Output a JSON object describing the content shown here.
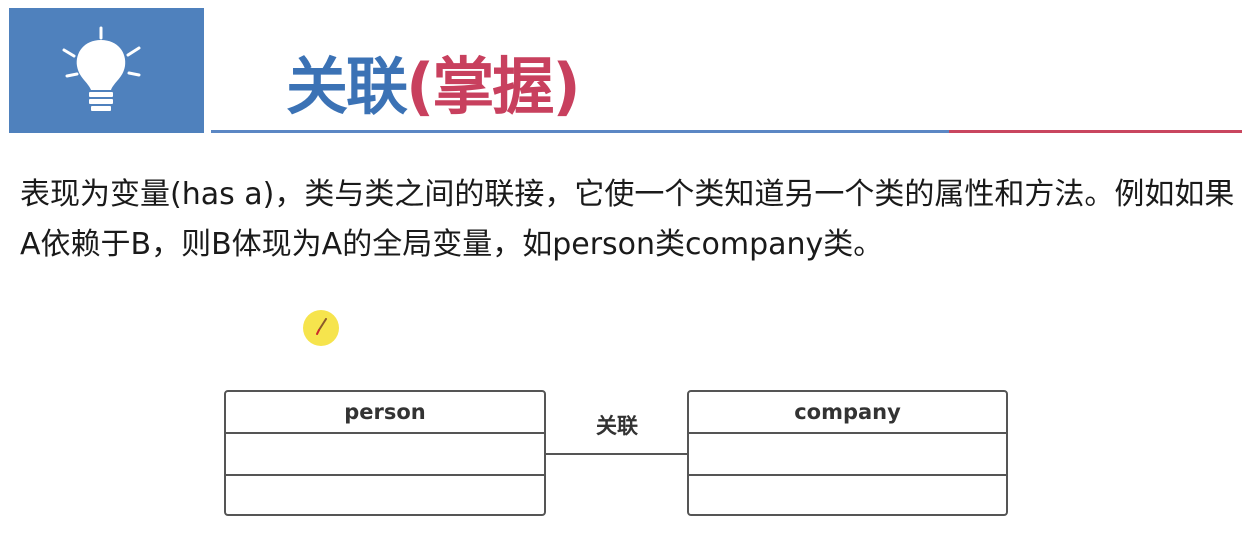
{
  "header": {
    "title_main": "关联",
    "title_accent": "(掌握)",
    "icon": "lightbulb-icon",
    "colors": {
      "icon_bg": "#4f81bd",
      "title_main": "#3b72b5",
      "title_accent": "#c8405e",
      "rule_blue": "#5b87c4",
      "rule_red": "#c9465f"
    }
  },
  "body": {
    "description": "表现为变量(has a)，类与类之间的联接，它使一个类知道另一个类的属性和方法。例如如果A依赖于B，则B体现为A的全局变量，如person类company类。"
  },
  "diagram": {
    "left_class": {
      "name": "person",
      "attributes": [],
      "methods": []
    },
    "right_class": {
      "name": "company",
      "attributes": [],
      "methods": []
    },
    "association_label": "关联"
  },
  "cursor": {
    "icon": "pen-pointer-icon",
    "color": "#f6e44d"
  }
}
